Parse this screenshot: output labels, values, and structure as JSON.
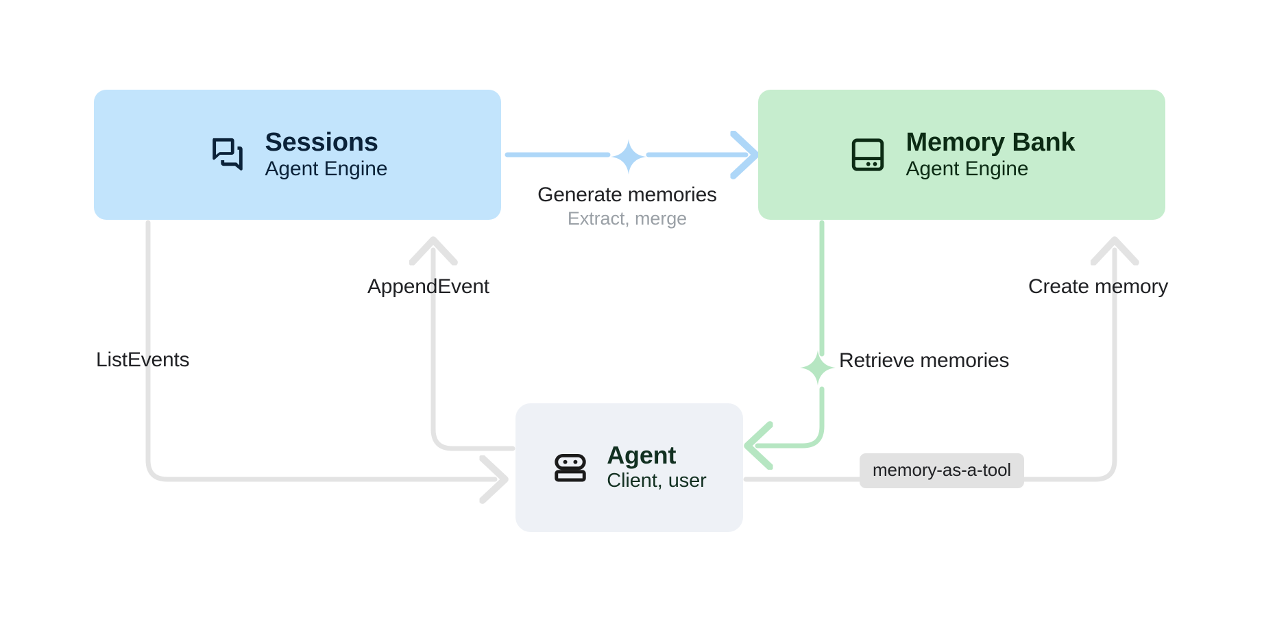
{
  "diagram": {
    "title": "Agent Engine Sessions and Memory Bank architecture",
    "background": "#FFFFFF",
    "colors": {
      "sessions_fill": "#C2E4FC",
      "sessions_text": "#0B2239",
      "memory_bank_fill": "#C6EDCE",
      "memory_bank_text": "#0C2B14",
      "agent_fill": "#EEF1F6",
      "agent_text": "#123021",
      "blue_connector": "#AED7F8",
      "green_connector": "#B6E6C2",
      "gray_connector": "#E3E3E3",
      "badge_fill": "#E2E2E2",
      "label_primary": "#202124",
      "label_secondary": "#9AA0A6"
    }
  },
  "nodes": {
    "sessions": {
      "title": "Sessions",
      "subtitle": "Agent Engine",
      "icon": "forum-icon"
    },
    "memory_bank": {
      "title": "Memory Bank",
      "subtitle": "Agent Engine",
      "icon": "database-icon"
    },
    "agent": {
      "title": "Agent",
      "subtitle": "Client, user",
      "icon": "robot-icon"
    }
  },
  "edges": {
    "generate_memories": {
      "primary": "Generate memories",
      "secondary": "Extract, merge",
      "from": "sessions",
      "to": "memory_bank",
      "color": "#AED7F8",
      "sparkle": true
    },
    "append_event": {
      "primary": "AppendEvent",
      "from": "agent",
      "to": "sessions",
      "color": "#E3E3E3"
    },
    "list_events": {
      "primary": "ListEvents",
      "from": "sessions",
      "to": "agent",
      "color": "#E3E3E3"
    },
    "retrieve_memories": {
      "primary": "Retrieve memories",
      "from": "memory_bank",
      "to": "agent",
      "color": "#B6E6C2",
      "sparkle": true
    },
    "create_memory": {
      "primary": "Create memory",
      "from": "agent",
      "to": "memory_bank",
      "color": "#E3E3E3"
    }
  },
  "badges": {
    "memory_as_a_tool": "memory-as-a-tool"
  }
}
